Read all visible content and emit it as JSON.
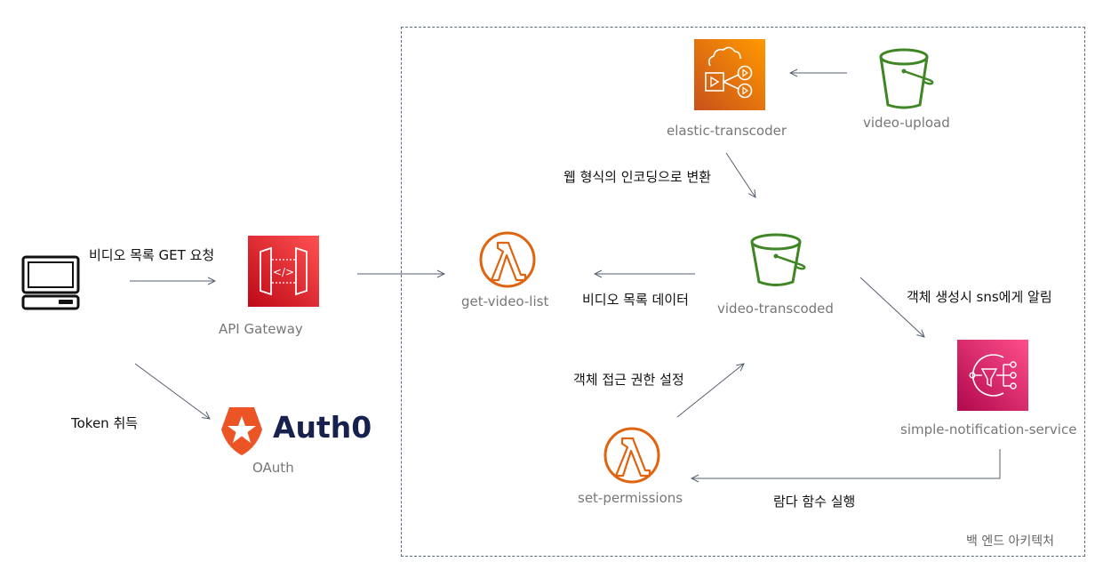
{
  "diagram": {
    "boundary_label": "백 엔드 아키텍처",
    "nodes": {
      "client": {
        "label": "",
        "icon": "computer-icon"
      },
      "api_gateway": {
        "label": "API Gateway",
        "icon": "api-gateway-icon",
        "color": "#d6242d"
      },
      "auth0": {
        "label": "OAuth",
        "logo_text": "Auth0",
        "icon": "auth0-shield-icon",
        "color": "#eb5424",
        "text_color": "#16214d"
      },
      "elastic_transcoder": {
        "label": "elastic-transcoder",
        "icon": "elastic-transcoder-icon",
        "color": "#e8761b"
      },
      "video_upload": {
        "label": "video-upload",
        "icon": "s3-bucket-icon",
        "color": "#3f8624"
      },
      "get_video_list": {
        "label": "get-video-list",
        "icon": "lambda-icon",
        "color": "#e0630f"
      },
      "video_transcoded": {
        "label": "video-transcoded",
        "icon": "s3-bucket-icon",
        "color": "#3f8624"
      },
      "sns": {
        "label": "simple-notification-service",
        "icon": "sns-icon",
        "color": "#d62866"
      },
      "set_permissions": {
        "label": "set-permissions",
        "icon": "lambda-icon",
        "color": "#e0630f"
      }
    },
    "edges": {
      "client_to_api": "비디오 목록 GET 요청",
      "client_to_auth": "Token 취득",
      "transcoder_to_transcoded": "웹 형식의 인코딩으로 변환",
      "transcoded_to_list": "비디오 목록 데이터",
      "transcoded_to_sns": "객체 생성시 sns에게 알림",
      "permissions_to_transcoded": "객체 접근 권한 설정",
      "sns_to_permissions": "람다 함수 실행"
    }
  }
}
